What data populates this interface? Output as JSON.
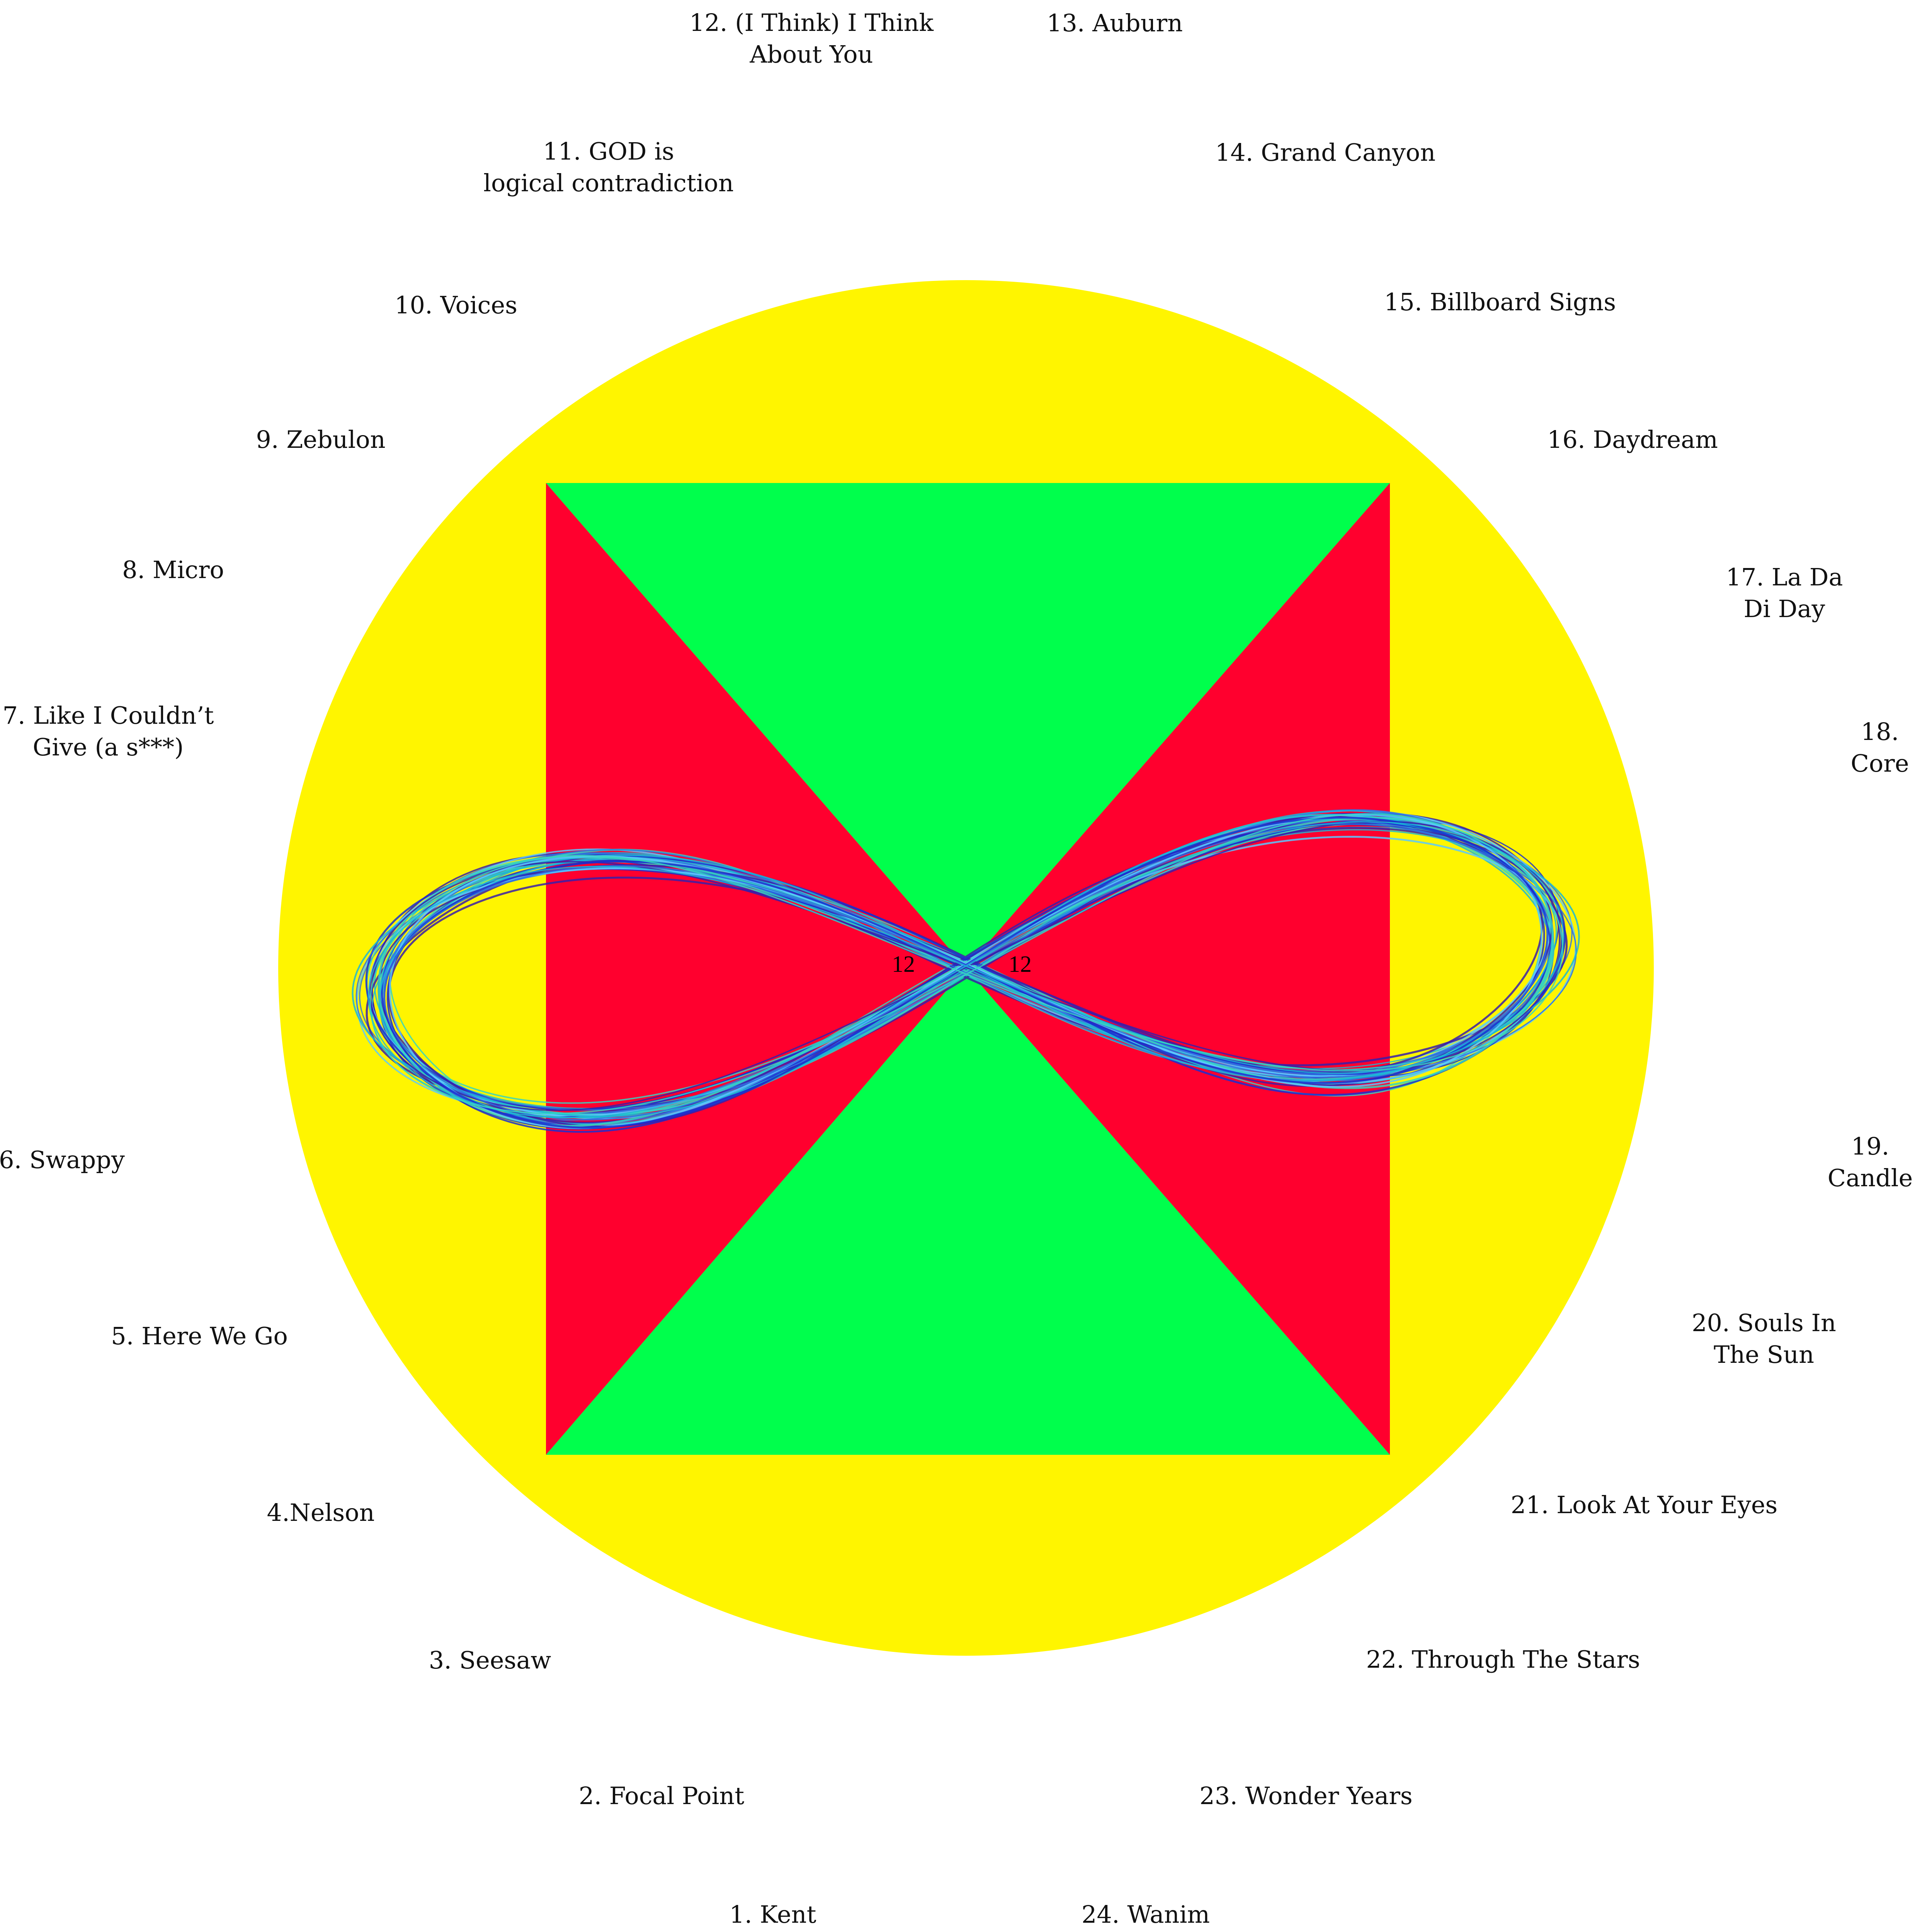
{
  "colors": {
    "background": "#ffffff",
    "circle": "#fff500",
    "triangles_vertical": "#00ff4c",
    "triangles_horizontal": "#ff002e",
    "loop_strokes": [
      "#1a2fd0",
      "#2f6fe0",
      "#1bb7d6",
      "#36d4c0",
      "#3a1fa8",
      "#5ac8ff"
    ]
  },
  "tracks": [
    {
      "id": 1,
      "label": "1. Kent"
    },
    {
      "id": 2,
      "label": "2. Focal Point"
    },
    {
      "id": 3,
      "label": "3. Seesaw"
    },
    {
      "id": 4,
      "label": "4.Nelson"
    },
    {
      "id": 5,
      "label": "5. Here We Go"
    },
    {
      "id": 6,
      "label": "6. Swappy"
    },
    {
      "id": 7,
      "label": "7. Like I Couldn’t\nGive (a s***)"
    },
    {
      "id": 8,
      "label": "8. Micro"
    },
    {
      "id": 9,
      "label": "9. Zebulon"
    },
    {
      "id": 10,
      "label": "10. Voices"
    },
    {
      "id": 11,
      "label": "11. GOD is\nlogical contradiction"
    },
    {
      "id": 12,
      "label": "12. (I Think) I Think\nAbout You"
    },
    {
      "id": 13,
      "label": "13. Auburn"
    },
    {
      "id": 14,
      "label": "14. Grand Canyon"
    },
    {
      "id": 15,
      "label": "15. Billboard Signs"
    },
    {
      "id": 16,
      "label": "16. Daydream"
    },
    {
      "id": 17,
      "label": "17. La Da Di Day"
    },
    {
      "id": 18,
      "label": "18. Core"
    },
    {
      "id": 19,
      "label": "19. Candle"
    },
    {
      "id": 20,
      "label": "20. Souls In The Sun"
    },
    {
      "id": 21,
      "label": "21. Look At Your Eyes"
    },
    {
      "id": 22,
      "label": "22. Through The Stars"
    },
    {
      "id": 23,
      "label": "23. Wonder Years"
    },
    {
      "id": 24,
      "label": "24. Wanim"
    }
  ],
  "center_labels": {
    "left": "12",
    "right": "12"
  }
}
